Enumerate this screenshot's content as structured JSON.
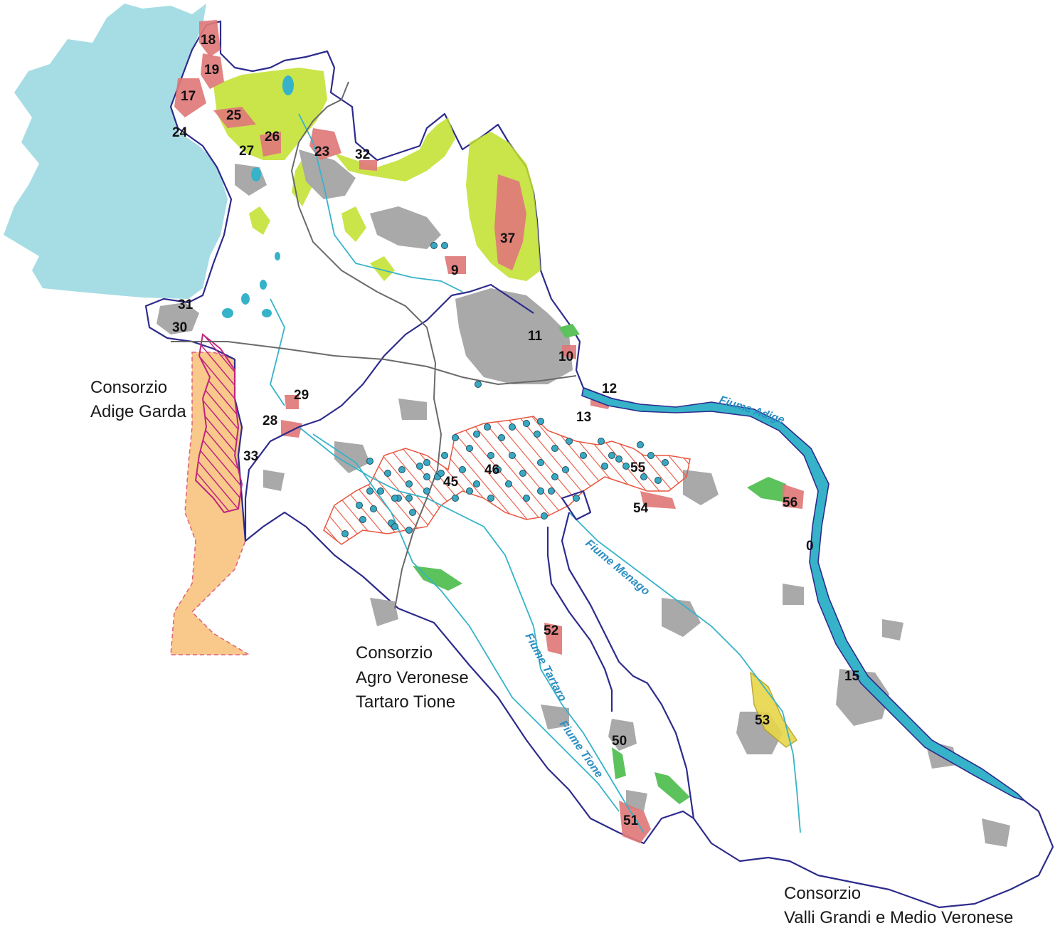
{
  "colors": {
    "lake": "#a6dde4",
    "boundary": "#2d2b8c",
    "urban": "#a9a9a9",
    "protected_area": "#e07a7a",
    "vegetation": "#bfe02a",
    "wetland": "#5cc25c",
    "adjacent_zone": "#f8c98a",
    "magenta_hatch": "#c0257d",
    "river": "#36b3c9",
    "road": "#6a6a6a",
    "well_point": "#3aa8c2",
    "yellow_zone": "#e8d74a"
  },
  "consorzi": [
    {
      "id": "adige-garda",
      "lines": [
        "Consorzio",
        "Adige Garda"
      ]
    },
    {
      "id": "agro-veronese",
      "lines": [
        "Consorzio",
        "Agro Veronese",
        "Tartaro Tione"
      ]
    },
    {
      "id": "valli-grandi",
      "lines": [
        "Consorzio",
        "Valli Grandi e Medio Veronese"
      ]
    }
  ],
  "rivers": [
    {
      "id": "adige",
      "name": "Fiume Adige"
    },
    {
      "id": "menago",
      "name": "Fiume Menago"
    },
    {
      "id": "tartaro",
      "name": "Fiume Tartaro"
    },
    {
      "id": "tione",
      "name": "Fiume Tione"
    }
  ],
  "area_labels": [
    "18",
    "19",
    "17",
    "24",
    "25",
    "26",
    "27",
    "23",
    "32",
    "37",
    "9",
    "11",
    "10",
    "12",
    "13",
    "31",
    "30",
    "29",
    "28",
    "33",
    "45",
    "46",
    "55",
    "54",
    "56",
    "0",
    "52",
    "15",
    "53",
    "50",
    "51"
  ]
}
